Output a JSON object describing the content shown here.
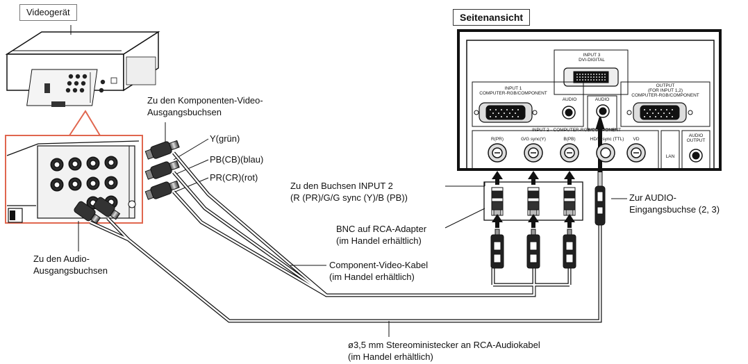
{
  "device_box_label": "Videogerät",
  "side_view_label": "Seitenansicht",
  "labels": {
    "component_video_out": [
      "Zu den Komponenten-Video-",
      "Ausgangsbuchsen"
    ],
    "y_green": "Y(grün)",
    "pb_blue": "PB(CB)(blau)",
    "pr_red": "PR(CR)(rot)",
    "input2_jacks": [
      "Zu den Buchsen INPUT 2",
      "(R (PR)/G/G sync (Y)/B (PB))"
    ],
    "bnc_adapter": [
      "BNC auf RCA-Adapter",
      "(im Handel erhältlich)"
    ],
    "audio_out_jacks": [
      "Zu den Audio-",
      "Ausgangsbuchsen"
    ],
    "component_cable": [
      "Component-Video-Kabel",
      "(im Handel erhältlich)"
    ],
    "audio_in": [
      "Zur AUDIO-",
      "Eingangsbuchse (2, 3)"
    ],
    "stereo_cable": [
      "ø3,5 mm Stereoministecker an RCA-Audiokabel",
      "(im Handel erhältlich)"
    ]
  },
  "panel": {
    "input3": [
      "INPUT 3",
      "DVI-DIGITAL"
    ],
    "input1": [
      "INPUT 1",
      "COMPUTER-RGB/COMPONENT"
    ],
    "output": [
      "OUTPUT",
      "(FOR INPUT 1,2)",
      "COMPUTER-RGB/COMPONENT"
    ],
    "audio_in_a": "AUDIO",
    "audio_in_b": "AUDIO",
    "input2": [
      "INPUT 2",
      "COMPUTER-RGB/COMPONENT"
    ],
    "r": "R(PR)",
    "g": "G/G sync(Y)",
    "b": "B(PB)",
    "hdc": "HD/C sync (TTL)",
    "vd": "VD",
    "lan": "LAN",
    "audio_output": [
      "AUDIO",
      "OUTPUT"
    ]
  }
}
